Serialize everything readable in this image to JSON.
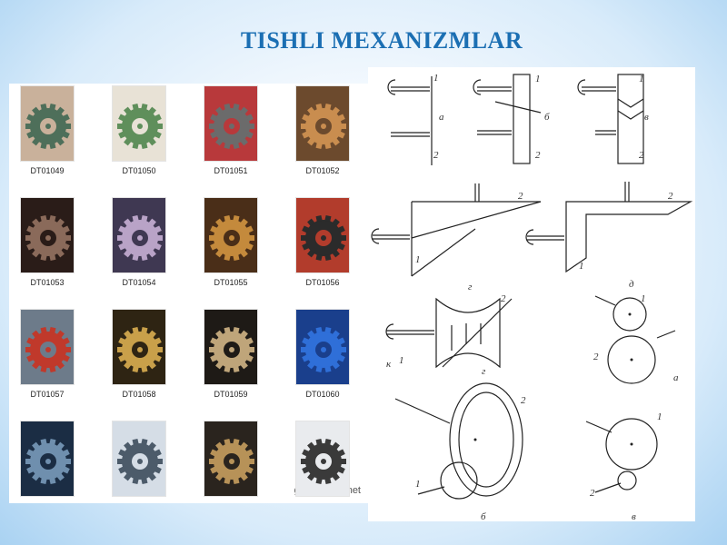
{
  "title": "TISHLI MEXANIZMLAR",
  "gallery": {
    "items": [
      {
        "code": "DT01049"
      },
      {
        "code": "DT01050"
      },
      {
        "code": "DT01051"
      },
      {
        "code": "DT01052"
      },
      {
        "code": "DT01053"
      },
      {
        "code": "DT01054"
      },
      {
        "code": "DT01055"
      },
      {
        "code": "DT01056"
      },
      {
        "code": "DT01057"
      },
      {
        "code": "DT01058"
      },
      {
        "code": "DT01059"
      },
      {
        "code": "DT01060"
      },
      {
        "code": ""
      },
      {
        "code": ""
      },
      {
        "code": ""
      },
      {
        "code": ""
      }
    ],
    "watermark": "grafamania.net"
  },
  "diagrams": {
    "labels": [
      "1",
      "2",
      "a",
      "1",
      "2",
      "б",
      "1",
      "2",
      "в",
      "2",
      "1",
      "г",
      "2",
      "1",
      "д",
      "1",
      "2",
      "а",
      "1",
      "2",
      "б",
      "1",
      "2",
      "в",
      "2",
      "1",
      "г",
      "к"
    ]
  },
  "colors": {
    "title": "#1b6fb3",
    "accent_sky": "#a9d2f2"
  }
}
